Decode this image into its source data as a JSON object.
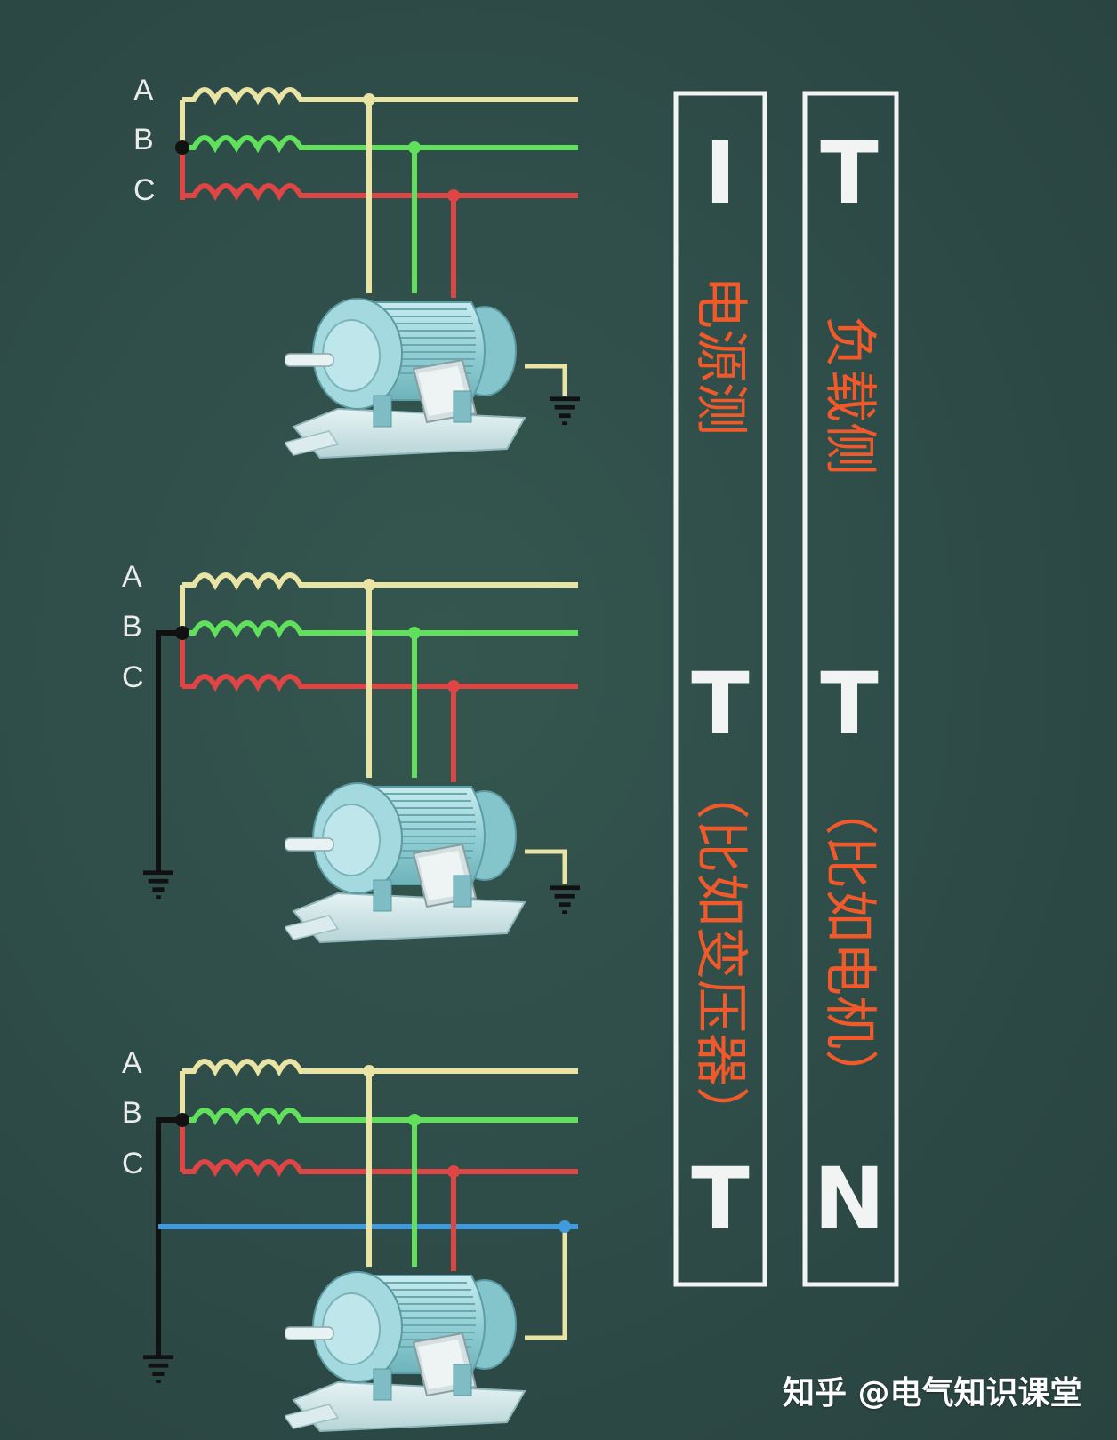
{
  "diagrams": [
    {
      "phases": [
        "A",
        "B",
        "C"
      ],
      "system": "IT"
    },
    {
      "phases": [
        "A",
        "B",
        "C"
      ],
      "system": "TT"
    },
    {
      "phases": [
        "A",
        "B",
        "C"
      ],
      "system": "TN"
    }
  ],
  "source_column": {
    "letters": [
      "I",
      "T",
      "T"
    ],
    "label": "电源测",
    "example": "（比如变压器）"
  },
  "load_column": {
    "letters": [
      "T",
      "T",
      "N"
    ],
    "label": "负载侧",
    "example": "（比如电机）"
  },
  "watermark": "知乎 @电气知识课堂",
  "colors": {
    "A": "#e9e3a4",
    "B": "#61e05c",
    "C": "#e04545",
    "neutral": "#3f9ae0",
    "ground": "#111111",
    "accent": "#f05a2b"
  }
}
